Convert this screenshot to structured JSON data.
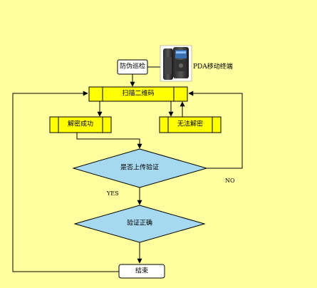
{
  "diagram": {
    "start_box": "防伪巡检",
    "device_label": "PDA移动终端",
    "scan_box": "扫描二维码",
    "decrypt_ok_box": "解密成功",
    "decrypt_fail_box": "无法解密",
    "upload_decision": "是否上传验证",
    "yes_label": "YES",
    "no_label": "NO",
    "verify_decision": "验证正确",
    "end_box": "结束"
  },
  "colors": {
    "background": "#ffffa0",
    "process_fill": "#ffff00",
    "decision_fill": "#a6d8f0",
    "line": "#000000"
  },
  "icons": [
    "phone-icon"
  ]
}
